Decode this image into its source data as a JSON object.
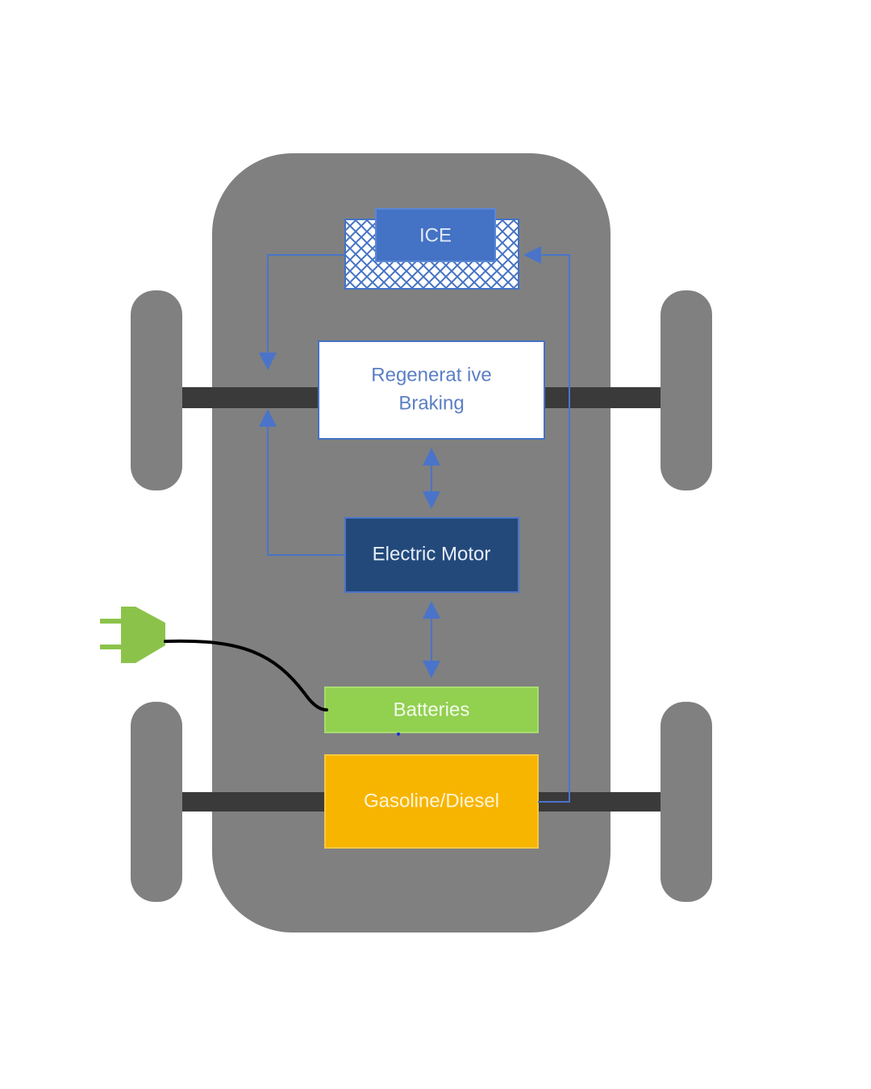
{
  "diagram": {
    "components": {
      "ice": "ICE",
      "regen_line1": "Regenerat ive",
      "regen_line2": "Braking",
      "motor": "Electric Motor",
      "batteries": "Batteries",
      "fuel": "Gasoline/Diesel"
    },
    "colors": {
      "chassis": "#808080",
      "wheel": "#808080",
      "axle": "#3a3a3a",
      "ice_box": "#4472c4",
      "regen_box": "#ffffff",
      "regen_text": "#5b7fc4",
      "motor_box": "#23497a",
      "batteries_box": "#92d050",
      "fuel_box": "#f7b500",
      "arrow": "#4a74c9",
      "plug": "#8bc34a",
      "cable": "#000000"
    }
  }
}
